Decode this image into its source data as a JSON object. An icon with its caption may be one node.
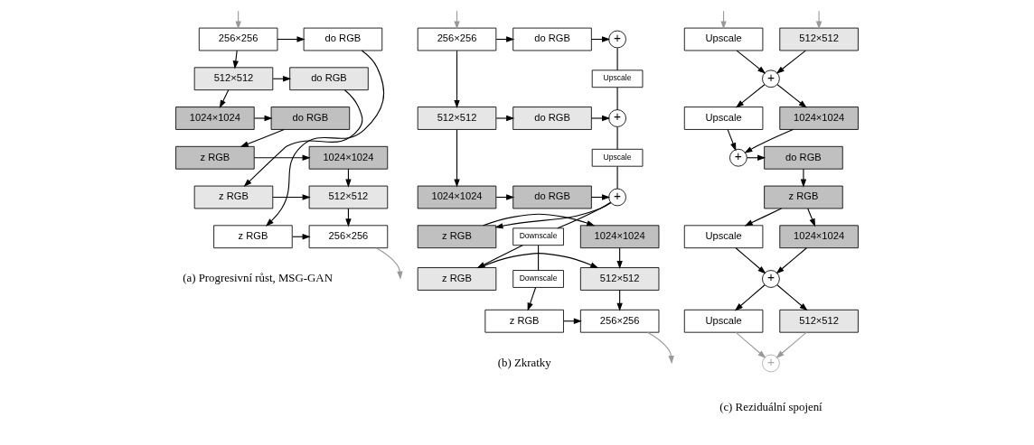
{
  "diagram": {
    "nodes": [
      {
        "text": [
          "256×256"
        ]
      },
      {
        "text": [
          "do RGB"
        ]
      },
      {
        "text": [
          "512×512"
        ]
      },
      {
        "text": [
          "do RGB"
        ]
      },
      {
        "text": [
          "1024×1024"
        ]
      },
      {
        "text": [
          "do RGB"
        ]
      },
      {
        "text": [
          "z RGB"
        ]
      },
      {
        "text": [
          "1024×1024"
        ]
      },
      {
        "text": [
          "z RGB"
        ]
      },
      {
        "text": [
          "512×512"
        ]
      },
      {
        "text": [
          "z RGB"
        ]
      },
      {
        "text": [
          "256×256"
        ]
      },
      {
        "text": [
          "+"
        ]
      },
      {
        "text": [
          "do RGB"
        ]
      },
      {
        "text": [
          "256×256"
        ]
      },
      {
        "text": [
          "Upscale"
        ]
      },
      {
        "text": [
          "+"
        ]
      },
      {
        "text": [
          "do RGB"
        ]
      },
      {
        "text": [
          "512×512"
        ]
      },
      {
        "text": [
          "Upscale"
        ]
      },
      {
        "text": [
          "+"
        ]
      },
      {
        "text": [
          "do RGB"
        ]
      },
      {
        "text": [
          "1024×1024"
        ]
      },
      {
        "text": [
          "z RGB"
        ]
      },
      {
        "text": [
          "1024×1024"
        ]
      },
      {
        "text": [
          "Downscale"
        ]
      },
      {
        "text": [
          "z RGB"
        ]
      },
      {
        "text": [
          "512×512"
        ]
      },
      {
        "text": [
          "Downscale"
        ]
      },
      {
        "text": [
          "z RGB"
        ]
      },
      {
        "text": [
          "256×256"
        ]
      },
      {
        "text": [
          "Upscale"
        ]
      },
      {
        "text": [
          "512×512"
        ]
      },
      {
        "text": [
          "+"
        ]
      },
      {
        "text": [
          "Upscale"
        ]
      },
      {
        "text": [
          "1024×1024"
        ]
      },
      {
        "text": [
          "+"
        ]
      },
      {
        "text": [
          "do RGB"
        ]
      },
      {
        "text": [
          "z RGB"
        ]
      },
      {
        "text": [
          "Upscale"
        ]
      },
      {
        "text": [
          "1024×1024"
        ]
      },
      {
        "text": [
          "+"
        ]
      },
      {
        "text": [
          "Upscale"
        ]
      },
      {
        "text": [
          "512×512"
        ]
      },
      {
        "text": [
          "+"
        ]
      }
    ],
    "edges": [
      {
        "from": null,
        "to": 0,
        "arrow": "to",
        "color": "#999999"
      },
      {
        "from": 0,
        "to": 1,
        "arrow": "to"
      },
      {
        "from": 0,
        "to": 2,
        "arrow": "to"
      },
      {
        "from": 2,
        "to": 3,
        "arrow": "to"
      },
      {
        "from": 2,
        "to": 4,
        "arrow": "to"
      },
      {
        "from": 4,
        "to": 5,
        "arrow": "to"
      },
      {
        "from": 5,
        "to": 6,
        "arrow": "to"
      },
      {
        "from": 6,
        "to": 7,
        "arrow": "to"
      },
      {
        "from": 7,
        "to": 9,
        "arrow": "to"
      },
      {
        "from": 3,
        "to": 8,
        "arrow": "to"
      },
      {
        "from": 8,
        "to": 9,
        "arrow": "to"
      },
      {
        "from": 9,
        "to": 11,
        "arrow": "to"
      },
      {
        "from": 1,
        "to": 10,
        "arrow": "to"
      },
      {
        "from": 10,
        "to": 11,
        "arrow": "to"
      },
      {
        "from": 11,
        "to": null,
        "arrow": "to",
        "color": "#999999"
      },
      {
        "from": null,
        "to": 14,
        "arrow": "to",
        "color": "#999999"
      },
      {
        "from": 14,
        "to": 13,
        "arrow": "to"
      },
      {
        "from": 13,
        "to": 12,
        "arrow": "to"
      },
      {
        "from": 14,
        "to": 18,
        "arrow": "to"
      },
      {
        "from": 12,
        "to": 15,
        "arrow": "none"
      },
      {
        "from": 15,
        "to": 16,
        "arrow": "none"
      },
      {
        "from": 18,
        "to": 17,
        "arrow": "to"
      },
      {
        "from": 17,
        "to": 16,
        "arrow": "to"
      },
      {
        "from": 18,
        "to": 22,
        "arrow": "to"
      },
      {
        "from": 16,
        "to": 19,
        "arrow": "none"
      },
      {
        "from": 19,
        "to": 20,
        "arrow": "none"
      },
      {
        "from": 22,
        "to": 21,
        "arrow": "to"
      },
      {
        "from": 21,
        "to": 20,
        "arrow": "to"
      },
      {
        "from": 20,
        "to": 23,
        "arrow": "to"
      },
      {
        "from": 20,
        "to": 25,
        "arrow": "none"
      },
      {
        "from": 23,
        "to": 24,
        "arrow": "to"
      },
      {
        "from": 24,
        "to": 27,
        "arrow": "to"
      },
      {
        "from": 25,
        "to": 26,
        "arrow": "to"
      },
      {
        "from": 25,
        "to": 28,
        "arrow": "none"
      },
      {
        "from": 26,
        "to": 27,
        "arrow": "to"
      },
      {
        "from": 27,
        "to": 30,
        "arrow": "to"
      },
      {
        "from": 28,
        "to": 29,
        "arrow": "to"
      },
      {
        "from": 29,
        "to": 30,
        "arrow": "to"
      },
      {
        "from": 30,
        "to": null,
        "arrow": "to",
        "color": "#999999"
      },
      {
        "from": null,
        "to": 31,
        "arrow": "to",
        "color": "#999999"
      },
      {
        "from": null,
        "to": 32,
        "arrow": "to",
        "color": "#999999"
      },
      {
        "from": 31,
        "to": 33,
        "arrow": "to"
      },
      {
        "from": 32,
        "to": 33,
        "arrow": "to"
      },
      {
        "from": 33,
        "to": 34,
        "arrow": "to"
      },
      {
        "from": 33,
        "to": 35,
        "arrow": "to"
      },
      {
        "from": 34,
        "to": 36,
        "arrow": "to"
      },
      {
        "from": 35,
        "to": 36,
        "arrow": "to"
      },
      {
        "from": 36,
        "to": 37,
        "arrow": "to"
      },
      {
        "from": 37,
        "to": 38,
        "arrow": "to"
      },
      {
        "from": 38,
        "to": 39,
        "arrow": "to"
      },
      {
        "from": 38,
        "to": 40,
        "arrow": "to"
      },
      {
        "from": 39,
        "to": 41,
        "arrow": "to"
      },
      {
        "from": 40,
        "to": 41,
        "arrow": "to"
      },
      {
        "from": 41,
        "to": 42,
        "arrow": "to"
      },
      {
        "from": 41,
        "to": 43,
        "arrow": "to"
      },
      {
        "from": 42,
        "to": 44,
        "arrow": "to",
        "color": "#999999"
      },
      {
        "from": 43,
        "to": 44,
        "arrow": "to",
        "color": "#999999"
      }
    ],
    "labels": [
      "(a) Progresivní růst, MSG-GAN",
      "(b) Zkratky",
      "(c) Reziduální spojení"
    ]
  }
}
